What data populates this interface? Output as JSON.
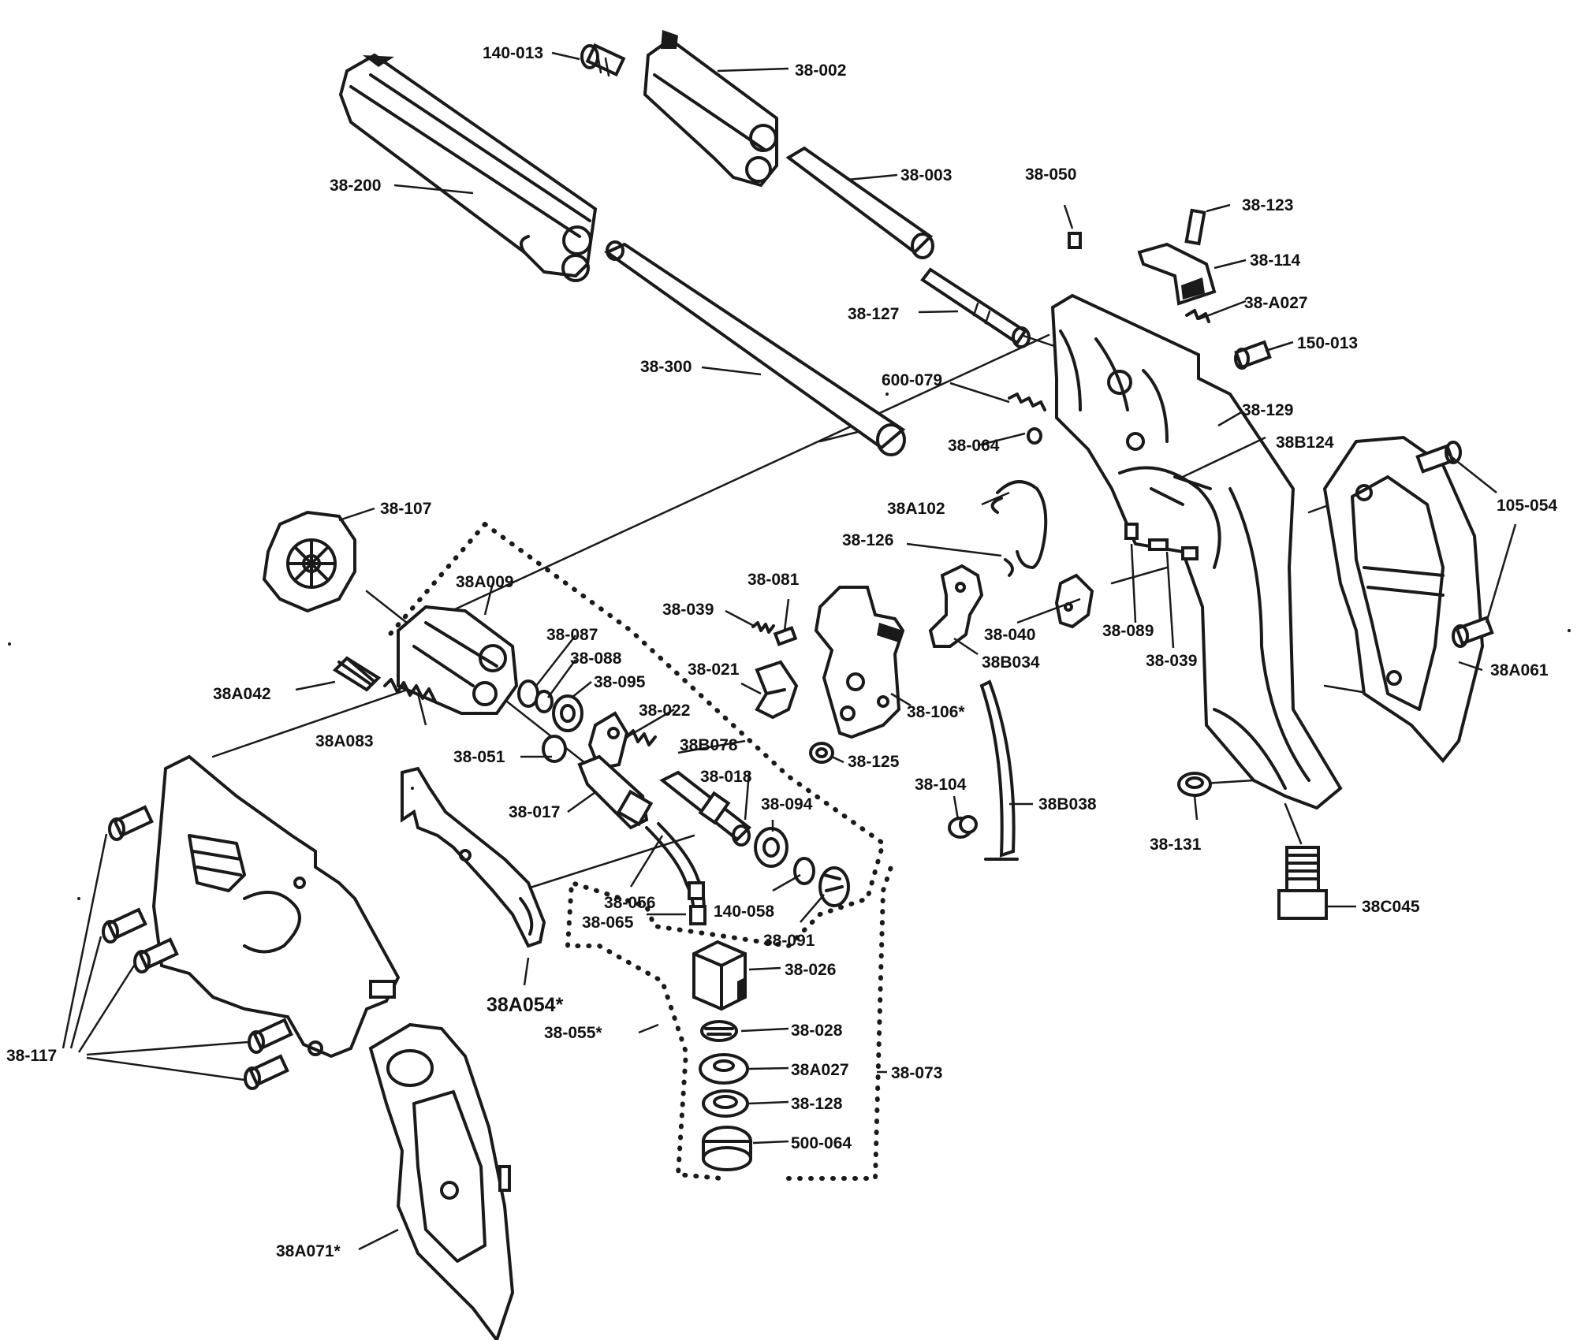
{
  "diagram": {
    "background_color": "#ffffff",
    "ink_color": "#1a1a1a",
    "part_labels": [
      "140-013",
      "38-002",
      "38-003",
      "38-200",
      "38-300",
      "38-050",
      "38-123",
      "38-114",
      "38-A027",
      "150-013",
      "38-127",
      "600-079",
      "38-064",
      "38-129",
      "38B124",
      "105-054",
      "38A061",
      "38-107",
      "38A009",
      "38A102",
      "38-126",
      "38-081",
      "38-039",
      "38-087",
      "38-088",
      "38-095",
      "38-021",
      "38-040",
      "38-089",
      "38-039",
      "38B034",
      "38-106*",
      "38A042",
      "38A083",
      "38-022",
      "38B078",
      "38-051",
      "38-018",
      "38-125",
      "38-104",
      "38B038",
      "38-017",
      "38-094",
      "38-131",
      "38C045",
      "38-056",
      "38-065",
      "140-058",
      "38-091",
      "38-026",
      "38A054*",
      "38-055*",
      "38-028",
      "38A027",
      "38-073",
      "38-117",
      "38-128",
      "500-064",
      "38A071*"
    ]
  }
}
